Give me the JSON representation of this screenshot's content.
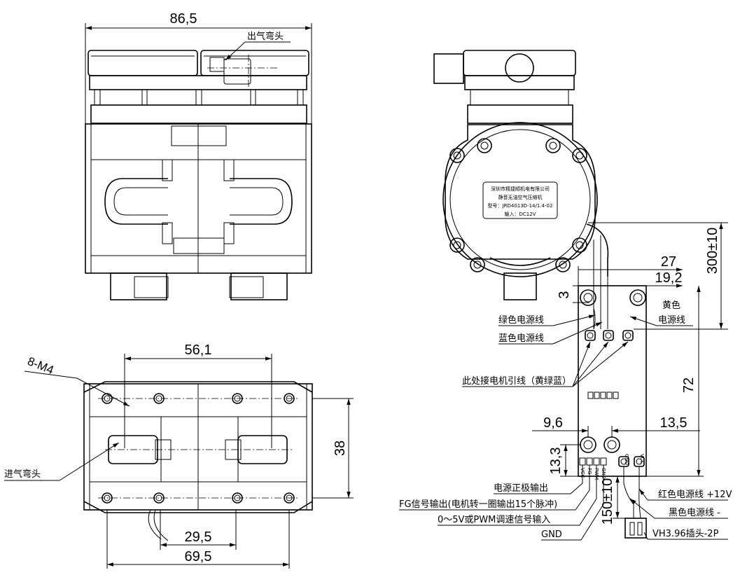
{
  "dimensions": {
    "top_width": "86,5",
    "bottom_inner_width": "56,1",
    "height_38": "38",
    "width_29_5": "29,5",
    "width_69_5": "69,5",
    "cable_300": "300±10",
    "d27": "27",
    "d19_2": "19,2",
    "d3": "3",
    "d72": "72",
    "d9_6": "9,6",
    "d13_5": "13,5",
    "d13_3": "13,3",
    "d150": "150±10"
  },
  "labels": {
    "outlet_elbow": "出气弯头",
    "inlet_elbow": "进气弯头",
    "screw_spec": "8-M4",
    "yellow_wire_1": "黄色",
    "yellow_wire_2": "电源线",
    "green_wire": "绿色电源线",
    "blue_wire": "蓝色电源线",
    "motor_leads": "此处接电机引线（黄绿蓝）",
    "power_positive": "电源正极输出",
    "fg_signal": "FG信号输出(电机转一圈输出15个脉冲)",
    "pwm_input": "0～5V或PWM调速信号输入",
    "gnd": "GND",
    "red_wire": "红色电源线 +12V",
    "black_wire": "黑色电源线 -",
    "connector": "VH3.96插头-2P"
  },
  "nameplate": {
    "line1": "深圳市精捷顺机电有限公司",
    "line2": "静音无油空气压缩机",
    "line3": "型号：JRD4013D-14/1.4-02",
    "line4": "输入：DC12V"
  },
  "pcb_pins": {
    "gnd": "GND",
    "vcc": "VCC",
    "left_pins": [
      "VCC",
      "FG",
      "PWM",
      "GND"
    ]
  }
}
